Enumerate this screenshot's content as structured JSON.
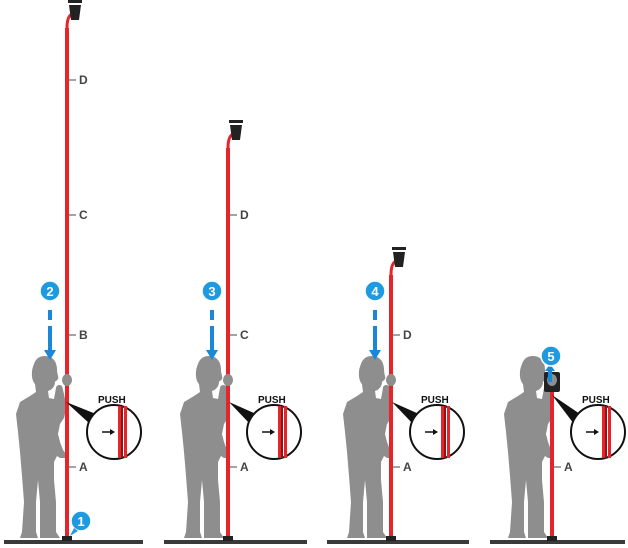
{
  "colors": {
    "pole": "#e4252c",
    "pole_dark": "#8c1414",
    "person": "#8e8e8e",
    "ground": "#3a3a3a",
    "arrow": "#1a88d8",
    "badge": "#1e9be0",
    "label": "#444444"
  },
  "push_label": "PUSH",
  "panels": [
    {
      "step": "2",
      "arrow": "down",
      "section_labels": [
        "D",
        "C",
        "B",
        "A"
      ],
      "bottom_step": "1"
    },
    {
      "step": "3",
      "arrow": "down",
      "section_labels": [
        "D",
        "C",
        "A"
      ]
    },
    {
      "step": "4",
      "arrow": "down",
      "section_labels": [
        "D",
        "A"
      ]
    },
    {
      "step": "5",
      "arrow": "up",
      "section_labels": [
        "A"
      ]
    }
  ]
}
